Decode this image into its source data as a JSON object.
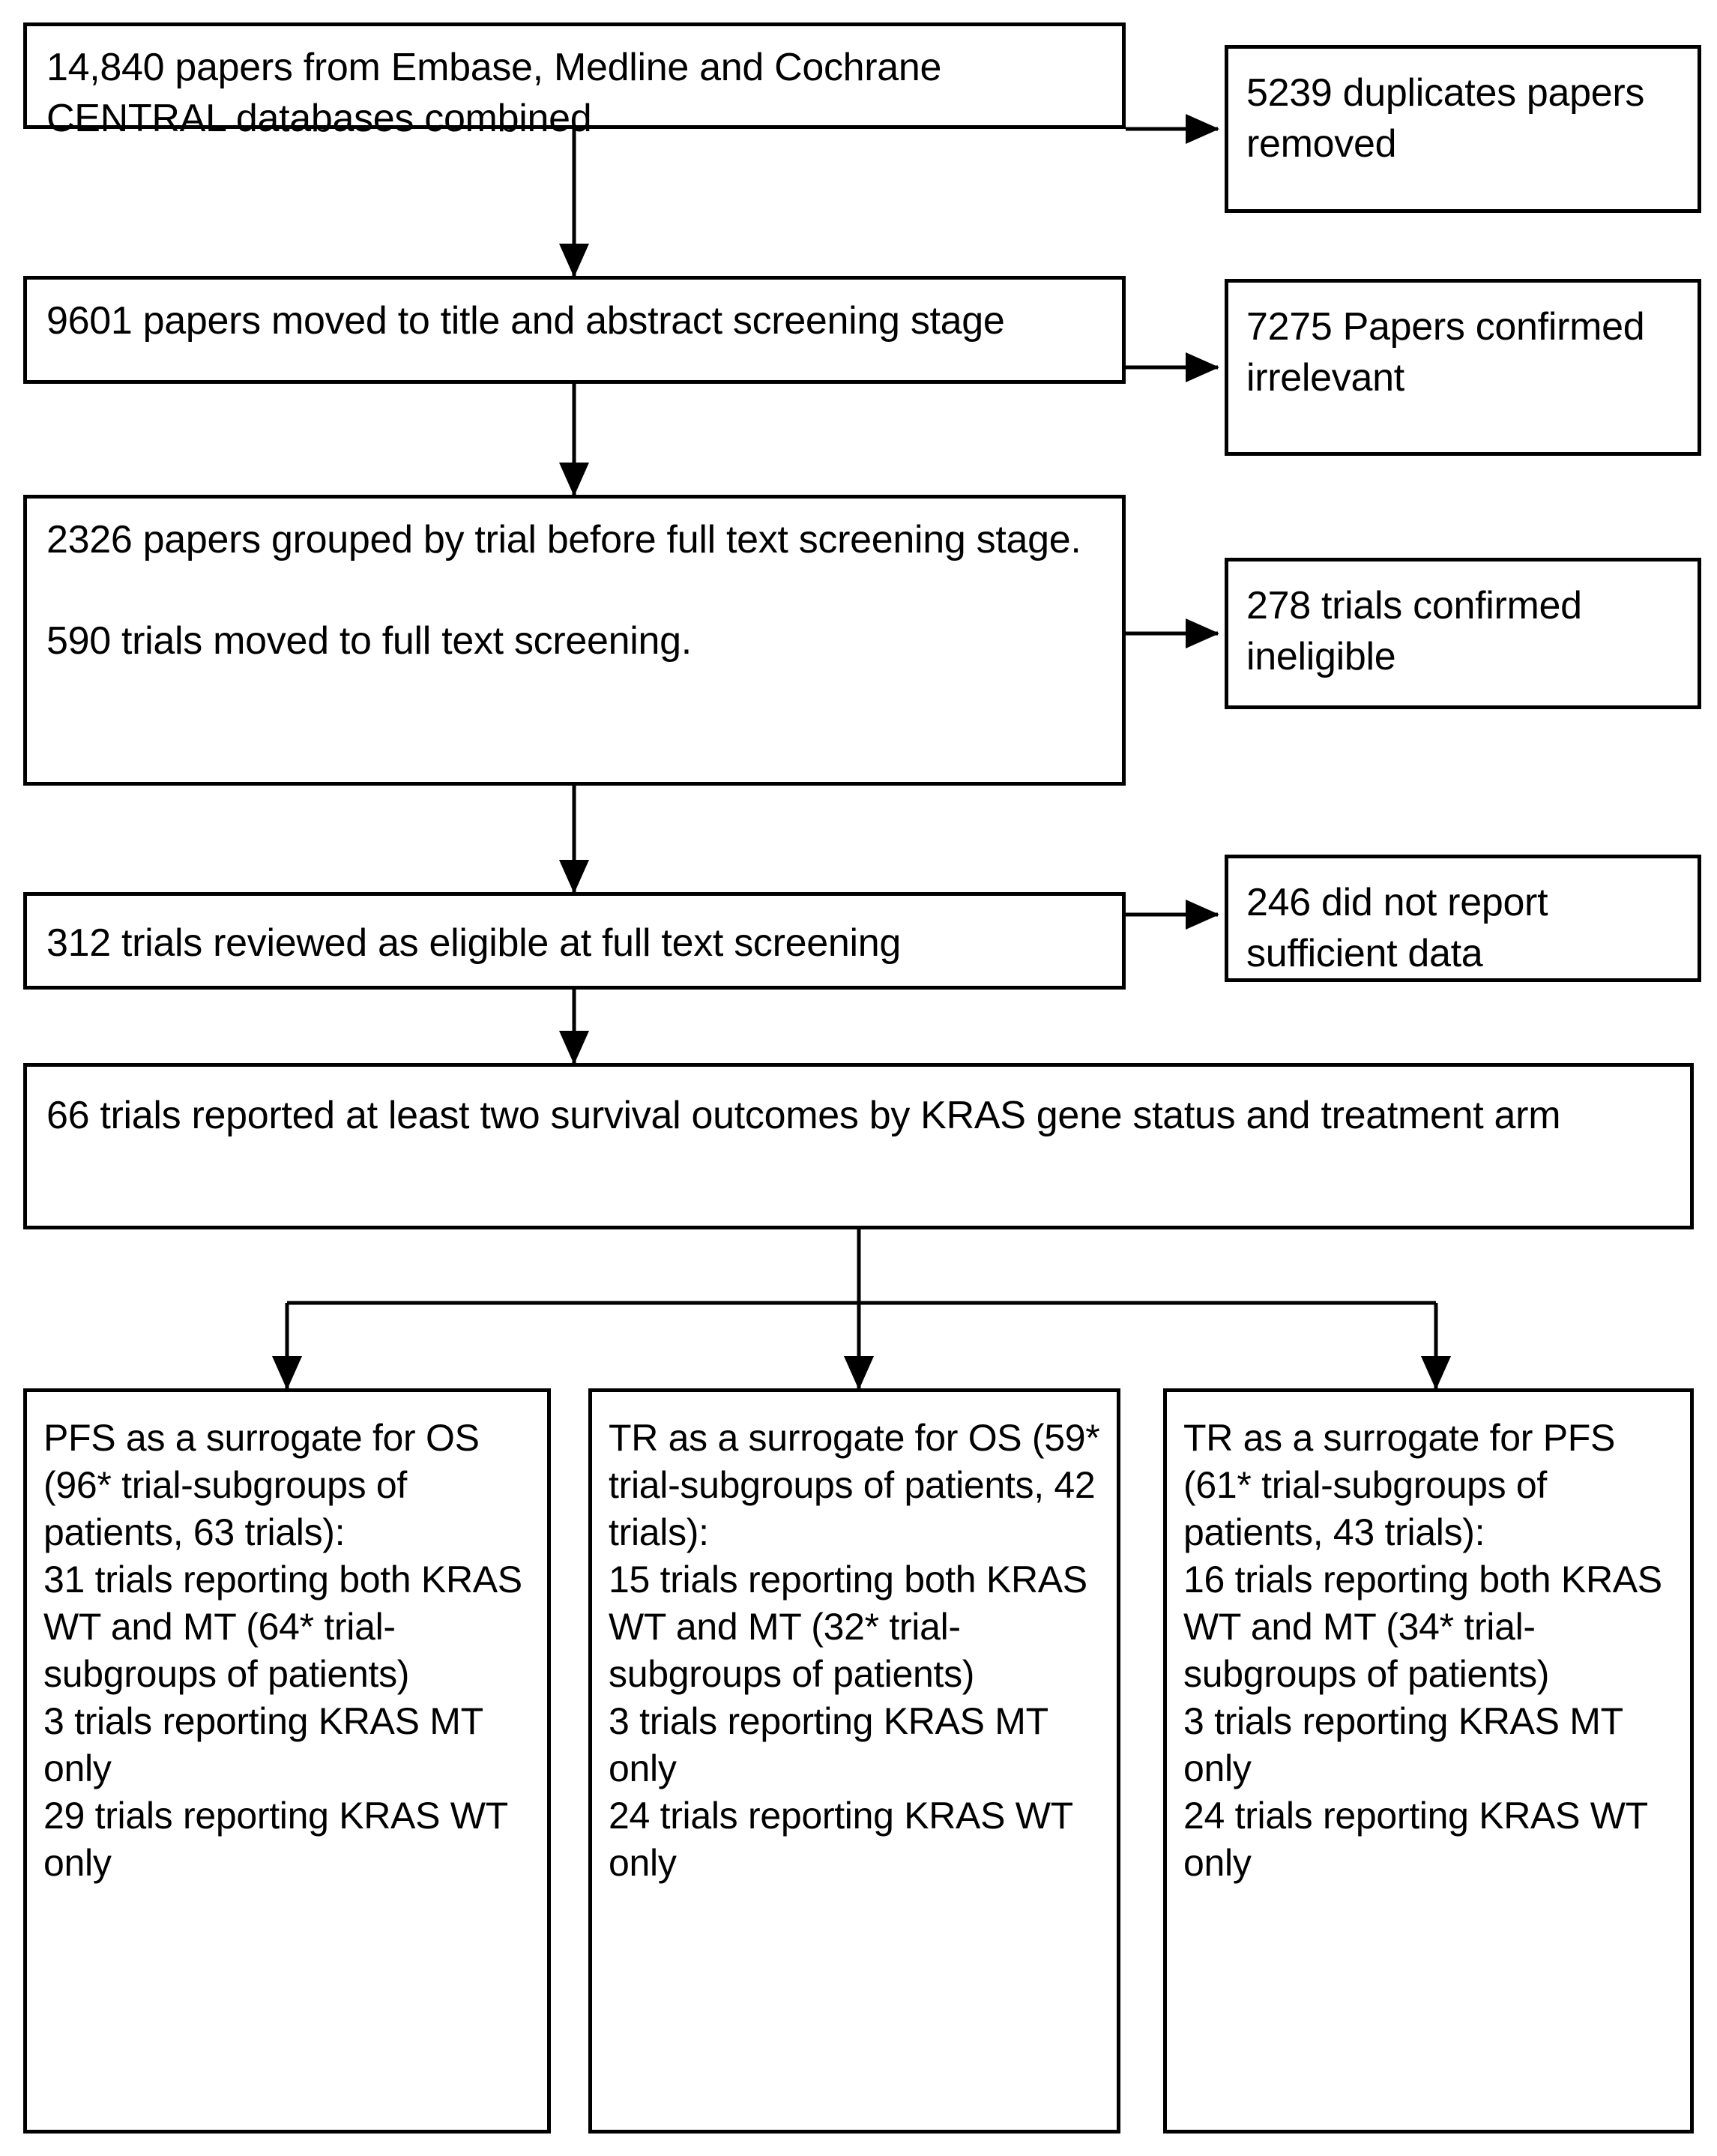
{
  "diagram": {
    "type": "prisma-flowchart",
    "title": "Study selection flow diagram",
    "line_color": "#000000",
    "box_border_color": "#000000",
    "background_color": "#ffffff"
  },
  "main_flow": [
    {
      "id": "identification",
      "text": "14,840 papers from Embase, Medline and Cochrane CENTRAL databases combined"
    },
    {
      "id": "title-abstract-screening",
      "text": "9601 papers moved to title and abstract screening stage"
    },
    {
      "id": "grouped-by-trial",
      "text": "2326 papers grouped by trial before full text screening stage.\n\n590 trials moved to full text screening."
    },
    {
      "id": "eligible-full-text",
      "text": "312 trials reviewed as eligible at full text screening"
    },
    {
      "id": "included-trials",
      "text": "66 trials reported at least two survival outcomes by KRAS gene status and treatment arm"
    }
  ],
  "exclusions": [
    {
      "id": "duplicates-removed",
      "text": "5239 duplicates papers removed"
    },
    {
      "id": "confirmed-irrelevant",
      "text": "7275 Papers confirmed irrelevant"
    },
    {
      "id": "confirmed-ineligible",
      "text": "278 trials confirmed ineligible"
    },
    {
      "id": "insufficient-data",
      "text": "246 did not report sufficient data"
    }
  ],
  "outcome_groups": [
    {
      "id": "pfs-surrogate-os",
      "text": "PFS as a surrogate for OS (96* trial-subgroups of patients, 63 trials):\n31 trials reporting both KRAS WT and MT (64* trial-subgroups of patients)\n3 trials reporting KRAS MT only\n29 trials reporting KRAS WT only"
    },
    {
      "id": "tr-surrogate-os",
      "text": "TR as a surrogate for OS (59* trial-subgroups of patients, 42 trials):\n15 trials reporting both KRAS WT and MT (32* trial-subgroups of patients)\n3 trials reporting KRAS MT only\n24 trials reporting KRAS WT only"
    },
    {
      "id": "tr-surrogate-pfs",
      "text": "TR as a surrogate for PFS (61* trial-subgroups of patients, 43 trials):\n16 trials reporting both KRAS WT and MT (34* trial-subgroups of patients)\n3 trials reporting KRAS MT only\n24 trials reporting KRAS WT only"
    }
  ]
}
